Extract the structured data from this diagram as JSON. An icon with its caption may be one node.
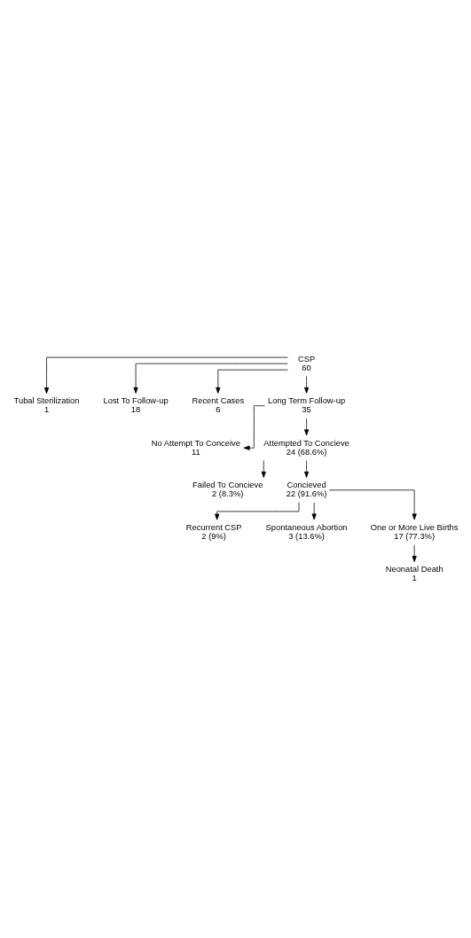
{
  "diagram": {
    "nodes": [
      {
        "text": [
          "CSP",
          "60"
        ]
      },
      {
        "text": [
          "Tubal Sterilization",
          "1"
        ]
      },
      {
        "text": [
          "Lost To Follow-up",
          "18"
        ]
      },
      {
        "text": [
          "Recent Cases",
          "6"
        ]
      },
      {
        "text": [
          "Long Term Follow-up",
          "35"
        ]
      },
      {
        "text": [
          "No Attempt To Conceive",
          "11"
        ]
      },
      {
        "text": [
          "Attempted To Concieve",
          "24 (68.6%)"
        ]
      },
      {
        "text": [
          "Failed To Concieve",
          "2 (8.3%)"
        ]
      },
      {
        "text": [
          "Concieved",
          "22 (91.6%)"
        ]
      },
      {
        "text": [
          "Recurrent CSP",
          "2 (9%)"
        ]
      },
      {
        "text": [
          "Spontaneous Abortion",
          "3 (13.6%)"
        ]
      },
      {
        "text": [
          "One or More Live Births",
          "17 (77.3%)"
        ]
      },
      {
        "text": [
          "Neonatal Death",
          "1"
        ]
      }
    ],
    "edges": [
      {
        "from": 0,
        "to": 1,
        "arrow": "to"
      },
      {
        "from": 0,
        "to": 2,
        "arrow": "to"
      },
      {
        "from": 0,
        "to": 3,
        "arrow": "to"
      },
      {
        "from": 0,
        "to": 4,
        "arrow": "to"
      },
      {
        "from": 4,
        "to": 5,
        "arrow": "to"
      },
      {
        "from": 4,
        "to": 6,
        "arrow": "to"
      },
      {
        "from": 6,
        "to": 7,
        "arrow": "to"
      },
      {
        "from": 6,
        "to": 8,
        "arrow": "to"
      },
      {
        "from": 8,
        "to": 9,
        "arrow": "to"
      },
      {
        "from": 8,
        "to": 10,
        "arrow": "to"
      },
      {
        "from": 8,
        "to": 11,
        "arrow": "to"
      },
      {
        "from": 11,
        "to": 12,
        "arrow": "to"
      }
    ]
  }
}
